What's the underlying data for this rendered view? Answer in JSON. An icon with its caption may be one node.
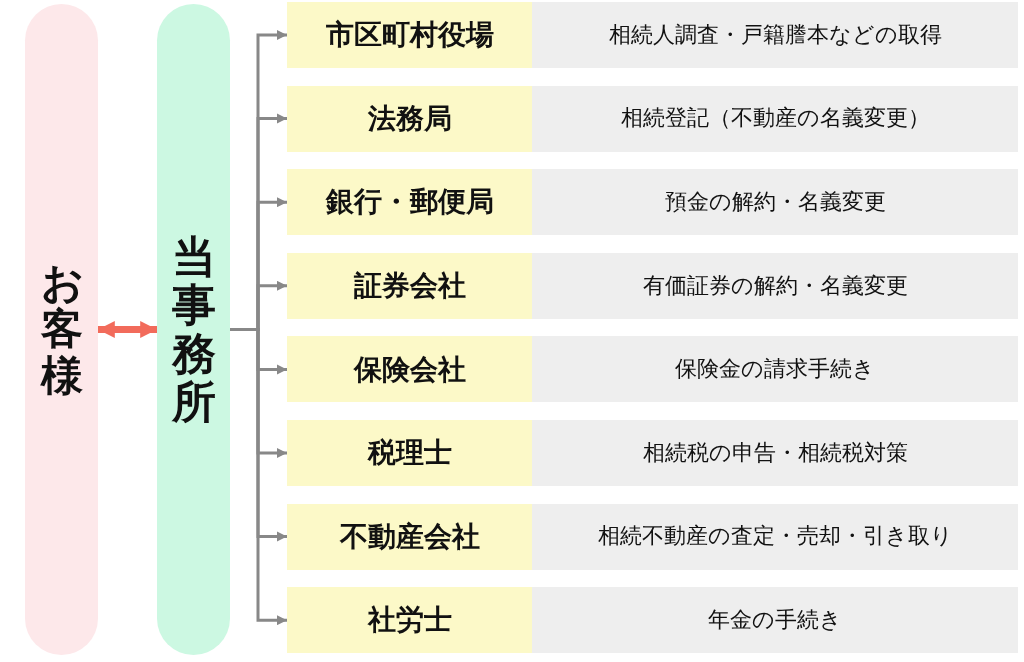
{
  "diagram": {
    "nodes": [
      {
        "text": [
          "お客様"
        ]
      },
      {
        "text": [
          "当事務所"
        ]
      },
      {
        "text": [
          "市区町村役場"
        ]
      },
      {
        "text": [
          "相続人調査・戸籍謄本などの取得"
        ]
      },
      {
        "text": [
          "法務局"
        ]
      },
      {
        "text": [
          "相続登記（不動産の名義変更）"
        ]
      },
      {
        "text": [
          "銀行・郵便局"
        ]
      },
      {
        "text": [
          "預金の解約・名義変更"
        ]
      },
      {
        "text": [
          "証券会社"
        ]
      },
      {
        "text": [
          "有価証券の解約・名義変更"
        ]
      },
      {
        "text": [
          "保険会社"
        ]
      },
      {
        "text": [
          "保険金の請求手続き"
        ]
      },
      {
        "text": [
          "税理士"
        ]
      },
      {
        "text": [
          "相続税の申告・相続税対策"
        ]
      },
      {
        "text": [
          "不動産会社"
        ]
      },
      {
        "text": [
          "相続不動産の査定・売却・引き取り"
        ]
      },
      {
        "text": [
          "社労士"
        ]
      },
      {
        "text": [
          "年金の手続き"
        ]
      }
    ],
    "edges": [
      {
        "from": 0,
        "to": 1,
        "arrow": "both",
        "style": "thick",
        "color": "#f26b5b"
      },
      {
        "from": 1,
        "to": 2,
        "arrow": "to"
      },
      {
        "from": 1,
        "to": 4,
        "arrow": "to"
      },
      {
        "from": 1,
        "to": 6,
        "arrow": "to"
      },
      {
        "from": 1,
        "to": 8,
        "arrow": "to"
      },
      {
        "from": 1,
        "to": 10,
        "arrow": "to"
      },
      {
        "from": 1,
        "to": 12,
        "arrow": "to"
      },
      {
        "from": 1,
        "to": 14,
        "arrow": "to"
      },
      {
        "from": 1,
        "to": 16,
        "arrow": "to"
      }
    ]
  }
}
